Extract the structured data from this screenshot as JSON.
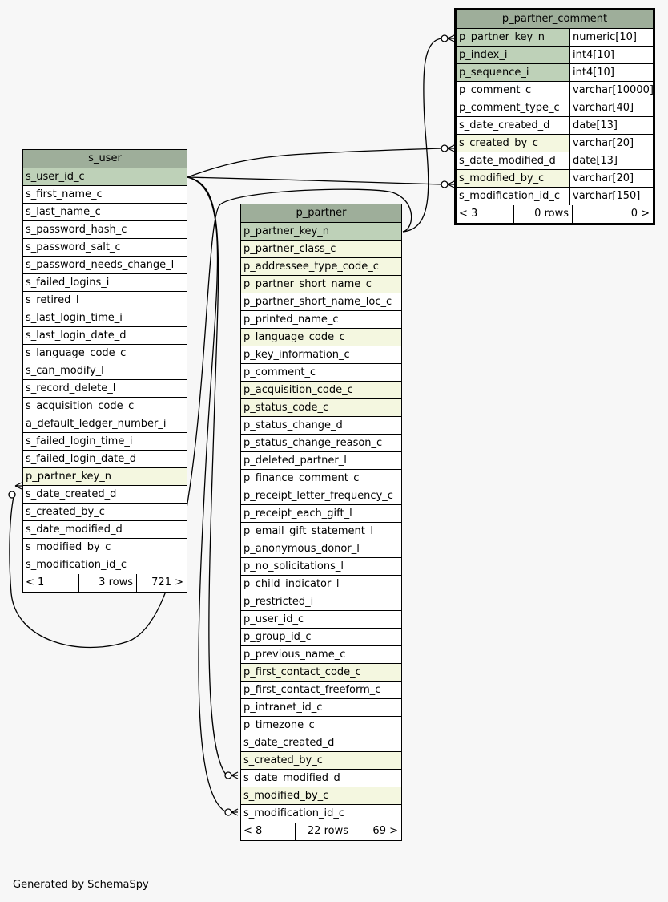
{
  "s_user": {
    "title": "s_user",
    "columns": [
      {
        "name": "s_user_id_c",
        "kind": "pk"
      },
      {
        "name": "s_first_name_c",
        "kind": ""
      },
      {
        "name": "s_last_name_c",
        "kind": ""
      },
      {
        "name": "s_password_hash_c",
        "kind": ""
      },
      {
        "name": "s_password_salt_c",
        "kind": ""
      },
      {
        "name": "s_password_needs_change_l",
        "kind": ""
      },
      {
        "name": "s_failed_logins_i",
        "kind": ""
      },
      {
        "name": "s_retired_l",
        "kind": ""
      },
      {
        "name": "s_last_login_time_i",
        "kind": ""
      },
      {
        "name": "s_last_login_date_d",
        "kind": ""
      },
      {
        "name": "s_language_code_c",
        "kind": ""
      },
      {
        "name": "s_can_modify_l",
        "kind": ""
      },
      {
        "name": "s_record_delete_l",
        "kind": ""
      },
      {
        "name": "s_acquisition_code_c",
        "kind": ""
      },
      {
        "name": "a_default_ledger_number_i",
        "kind": ""
      },
      {
        "name": "s_failed_login_time_i",
        "kind": ""
      },
      {
        "name": "s_failed_login_date_d",
        "kind": ""
      },
      {
        "name": "p_partner_key_n",
        "kind": "fk"
      },
      {
        "name": "s_date_created_d",
        "kind": ""
      },
      {
        "name": "s_created_by_c",
        "kind": ""
      },
      {
        "name": "s_date_modified_d",
        "kind": ""
      },
      {
        "name": "s_modified_by_c",
        "kind": ""
      },
      {
        "name": "s_modification_id_c",
        "kind": ""
      }
    ],
    "footer": {
      "parents": "< 1",
      "rows": "3 rows",
      "children": "721 >"
    }
  },
  "p_partner": {
    "title": "p_partner",
    "columns": [
      {
        "name": "p_partner_key_n",
        "kind": "pk"
      },
      {
        "name": "p_partner_class_c",
        "kind": "fk"
      },
      {
        "name": "p_addressee_type_code_c",
        "kind": "fk"
      },
      {
        "name": "p_partner_short_name_c",
        "kind": "fk"
      },
      {
        "name": "p_partner_short_name_loc_c",
        "kind": ""
      },
      {
        "name": "p_printed_name_c",
        "kind": ""
      },
      {
        "name": "p_language_code_c",
        "kind": "fk"
      },
      {
        "name": "p_key_information_c",
        "kind": ""
      },
      {
        "name": "p_comment_c",
        "kind": ""
      },
      {
        "name": "p_acquisition_code_c",
        "kind": "fk"
      },
      {
        "name": "p_status_code_c",
        "kind": "fk"
      },
      {
        "name": "p_status_change_d",
        "kind": ""
      },
      {
        "name": "p_status_change_reason_c",
        "kind": ""
      },
      {
        "name": "p_deleted_partner_l",
        "kind": ""
      },
      {
        "name": "p_finance_comment_c",
        "kind": ""
      },
      {
        "name": "p_receipt_letter_frequency_c",
        "kind": ""
      },
      {
        "name": "p_receipt_each_gift_l",
        "kind": ""
      },
      {
        "name": "p_email_gift_statement_l",
        "kind": ""
      },
      {
        "name": "p_anonymous_donor_l",
        "kind": ""
      },
      {
        "name": "p_no_solicitations_l",
        "kind": ""
      },
      {
        "name": "p_child_indicator_l",
        "kind": ""
      },
      {
        "name": "p_restricted_i",
        "kind": ""
      },
      {
        "name": "p_user_id_c",
        "kind": ""
      },
      {
        "name": "p_group_id_c",
        "kind": ""
      },
      {
        "name": "p_previous_name_c",
        "kind": ""
      },
      {
        "name": "p_first_contact_code_c",
        "kind": "fk"
      },
      {
        "name": "p_first_contact_freeform_c",
        "kind": ""
      },
      {
        "name": "p_intranet_id_c",
        "kind": ""
      },
      {
        "name": "p_timezone_c",
        "kind": ""
      },
      {
        "name": "s_date_created_d",
        "kind": ""
      },
      {
        "name": "s_created_by_c",
        "kind": "fk"
      },
      {
        "name": "s_date_modified_d",
        "kind": ""
      },
      {
        "name": "s_modified_by_c",
        "kind": "fk"
      },
      {
        "name": "s_modification_id_c",
        "kind": ""
      }
    ],
    "footer": {
      "parents": "< 8",
      "rows": "22 rows",
      "children": "69 >"
    }
  },
  "p_partner_comment": {
    "title": "p_partner_comment",
    "columns": [
      {
        "name": "p_partner_key_n",
        "type": "numeric[10]",
        "kind": "pk"
      },
      {
        "name": "p_index_i",
        "type": "int4[10]",
        "kind": "pk"
      },
      {
        "name": "p_sequence_i",
        "type": "int4[10]",
        "kind": "pk"
      },
      {
        "name": "p_comment_c",
        "type": "varchar[10000]",
        "kind": ""
      },
      {
        "name": "p_comment_type_c",
        "type": "varchar[40]",
        "kind": ""
      },
      {
        "name": "s_date_created_d",
        "type": "date[13]",
        "kind": ""
      },
      {
        "name": "s_created_by_c",
        "type": "varchar[20]",
        "kind": "fk"
      },
      {
        "name": "s_date_modified_d",
        "type": "date[13]",
        "kind": ""
      },
      {
        "name": "s_modified_by_c",
        "type": "varchar[20]",
        "kind": "fk"
      },
      {
        "name": "s_modification_id_c",
        "type": "varchar[150]",
        "kind": ""
      }
    ],
    "footer": {
      "parents": "< 3",
      "rows": "0 rows",
      "children": "0 >"
    }
  },
  "credit": "Generated by SchemaSpy",
  "colors": {
    "header": "#9eae9a",
    "primary_key": "#bed1b8",
    "foreign_key": "#f4f7e0",
    "background": "#f7f7f7"
  }
}
